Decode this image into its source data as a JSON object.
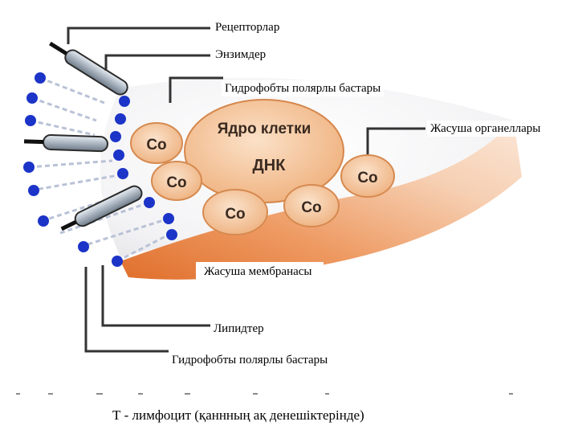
{
  "labels": {
    "receptors": "Рецепторлар",
    "enzymes": "Энзимдер",
    "hydrophobic_top": "Гидрофобты полярлы бастары",
    "organelles": "Жасуша органеллары",
    "membrane": "Жасуша мембранасы",
    "lipids": "Липидтер",
    "hydrophobic_bottom": "Гидрофобты полярлы бастары"
  },
  "nucleus": {
    "title": "Ядро клетки",
    "dna": "ДНК"
  },
  "organelle_label": "Co",
  "caption": "Т - лимфоцит (қаннның  ақ  денешіктерінде)",
  "colors": {
    "membrane_dark": "#e07838",
    "membrane_light": "#f6c9a6",
    "organelle_fill": "#f3c39c",
    "organelle_stroke": "#d68a50",
    "phospholipid_head": "#1c34c8",
    "receptor_body": "#a9b4c0",
    "callout_line": "#333333"
  }
}
